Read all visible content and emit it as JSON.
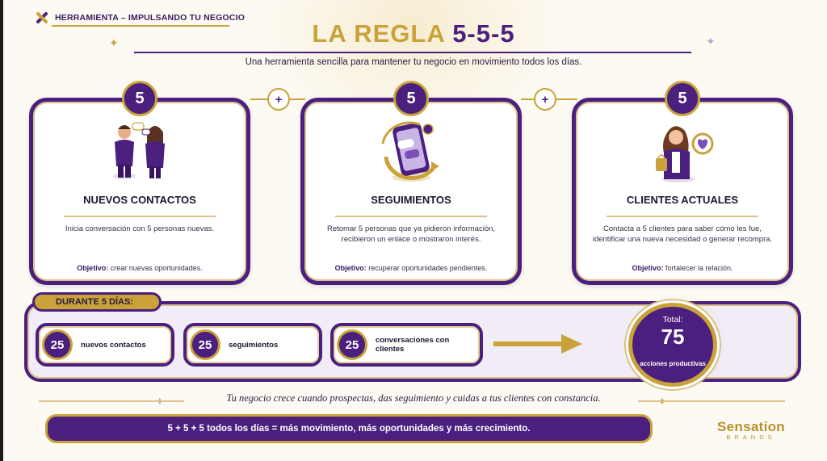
{
  "header": {
    "brand_label": "HERRAMIENTA – IMPULSANDO TU NEGOCIO",
    "title_part1": "LA REGLA",
    "title_part2": "5-5-5",
    "subtitle": "Una herramienta sencilla para mantener tu negocio en movimiento todos los días."
  },
  "cards": [
    {
      "number": "5",
      "title": "NUEVOS CONTACTOS",
      "description": "Inicia conversación con 5 personas nuevas.",
      "objective_label": "Objetivo:",
      "objective_text": "crear nuevas oportunidades.",
      "icon": "people-talking-illustration"
    },
    {
      "number": "5",
      "title": "SEGUIMIENTOS",
      "description": "Retomar 5 personas que ya pidieron información, recibieron un enlace o mostraron interés.",
      "objective_label": "Objetivo:",
      "objective_text": "recuperar oportunidades pendientes.",
      "icon": "phone-chat-illustration"
    },
    {
      "number": "5",
      "title": "CLIENTES ACTUALES",
      "description": "Contacta a 5 clientes para saber cómo les fue, identificar una nueva necesidad o generar recompra.",
      "objective_label": "Objetivo:",
      "objective_text": "fortalecer la relación.",
      "icon": "happy-customer-illustration"
    }
  ],
  "connector_symbol": "+",
  "summary": {
    "tag": "DURANTE 5 DÍAS:",
    "items": [
      {
        "value": "25",
        "label": "nuevos contactos"
      },
      {
        "value": "25",
        "label": "seguimientos"
      },
      {
        "value": "25",
        "label": "conversaciones con clientes"
      }
    ],
    "total_label": "Total:",
    "total_value": "75",
    "total_sub": "acciones productivas"
  },
  "tagline": "Tu negocio crece cuando prospectas, das seguimiento y cuidas a tus clientes con constancia.",
  "formula": "5 + 5 + 5 todos los días = más movimiento, más oportunidades y más crecimiento.",
  "logo": {
    "line1": "Sensation",
    "line2": "BRANDS"
  },
  "colors": {
    "purple": "#4b1f7e",
    "gold": "#c9a23a",
    "cream": "#fdfaf3"
  }
}
